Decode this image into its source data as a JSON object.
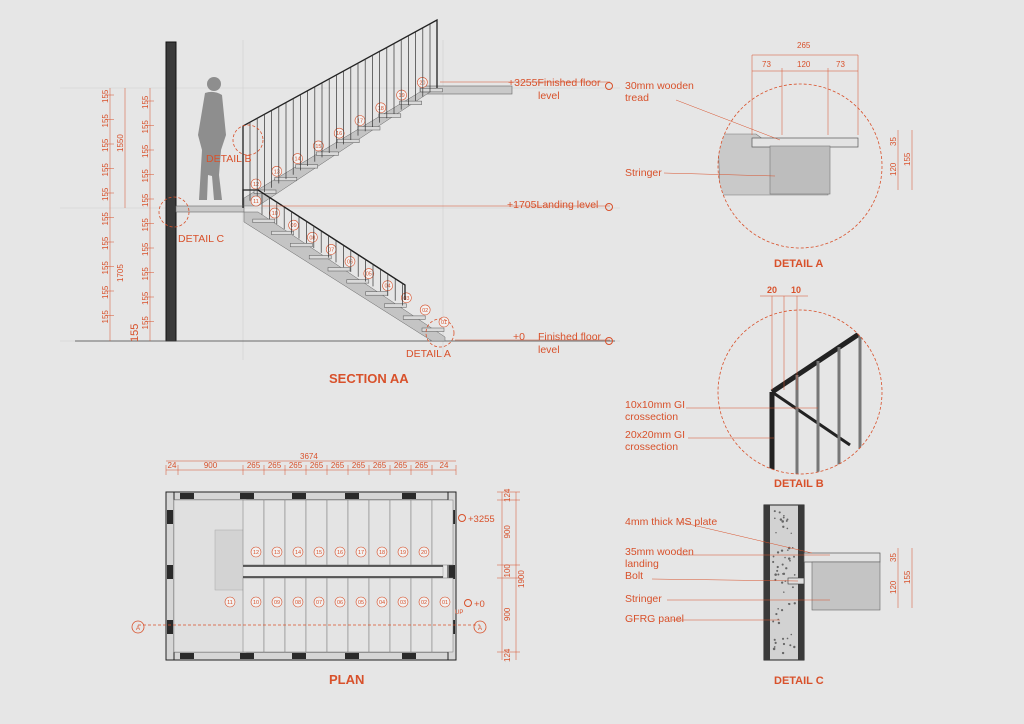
{
  "section": {
    "title": "SECTION AA",
    "levels": {
      "top": "+3255Finished floor",
      "top_line2": "level",
      "landing": "+1705Landing level",
      "bottom": "+0",
      "bottom_rest": "Finished floor",
      "bottom_line2": "level"
    },
    "detail_tags": {
      "a": "DETAIL A",
      "b": "DETAIL B",
      "c": "DETAIL C"
    },
    "riser_dim": "155",
    "total_upper": "1550",
    "total_lower": "1705",
    "flight1_steps": [
      "01",
      "02",
      "03",
      "04",
      "05",
      "06",
      "07",
      "08",
      "09",
      "10",
      "11"
    ],
    "flight2_steps": [
      "12",
      "13",
      "14",
      "15",
      "16",
      "17",
      "18",
      "19",
      "20"
    ]
  },
  "plan": {
    "title": "PLAN",
    "overall": "3674",
    "horiz_dims": [
      "24",
      "900",
      "265",
      "265",
      "265",
      "265",
      "265",
      "265",
      "265",
      "265",
      "265",
      "24"
    ],
    "vert_dims": [
      "124",
      "900",
      "100",
      "900",
      "124"
    ],
    "vert_total": "1900",
    "top_steps": [
      "12",
      "13",
      "14",
      "15",
      "16",
      "17",
      "18",
      "19",
      "20"
    ],
    "bottom_steps": [
      "11",
      "10",
      "09",
      "08",
      "07",
      "06",
      "05",
      "04",
      "03",
      "02",
      "01"
    ],
    "level_top": "+3255",
    "level_bottom": "+0",
    "up": "UP",
    "section_mark": "A"
  },
  "detail_a": {
    "title": "DETAIL A",
    "overall": "265",
    "dims": [
      "73",
      "120",
      "73"
    ],
    "vert_dims": [
      "35",
      "120",
      "155"
    ],
    "labels": {
      "tread_1": "30mm wooden",
      "tread_2": "tread",
      "stringer": "Stringer"
    }
  },
  "detail_b": {
    "title": "DETAIL B",
    "dims": [
      "20",
      "10"
    ],
    "labels": {
      "gi10_1": "10x10mm GI",
      "gi10_2": "crossection",
      "gi20_1": "20x20mm GI",
      "gi20_2": "crossection"
    }
  },
  "detail_c": {
    "title": "DETAIL C",
    "vert_dims": [
      "35",
      "120",
      "155"
    ],
    "labels": {
      "plate": "4mm thick MS plate",
      "landing_1": "35mm wooden",
      "landing_2": "landing",
      "bolt": "Bolt",
      "stringer": "Stringer",
      "gfrg": "GFRG panel"
    }
  },
  "colors": {
    "accent": "#d8512b",
    "background": "#e6e6e6",
    "line": "#222222",
    "fill": "#c4c4c4"
  }
}
